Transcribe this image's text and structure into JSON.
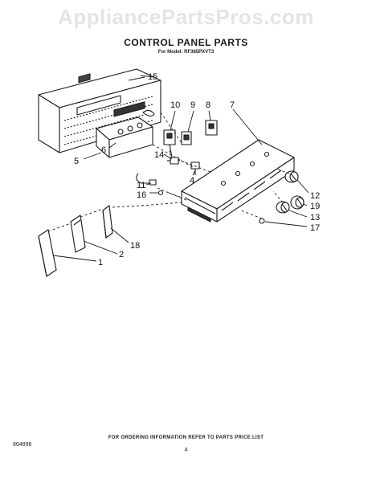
{
  "watermark": "AppliancePartsPros.com",
  "title": "CONTROL PANEL PARTS",
  "model_line": "For Model: RF385PXVT3",
  "callouts": [
    "15",
    "10",
    "9",
    "8",
    "7",
    "5",
    "6",
    "14",
    "4",
    "11",
    "16",
    "12",
    "19",
    "13",
    "17",
    "18",
    "2",
    "1"
  ],
  "footer_note": "FOR ORDERING INFORMATION REFER TO PARTS PRICE LIST",
  "page_number": "4",
  "document_code": "864896"
}
